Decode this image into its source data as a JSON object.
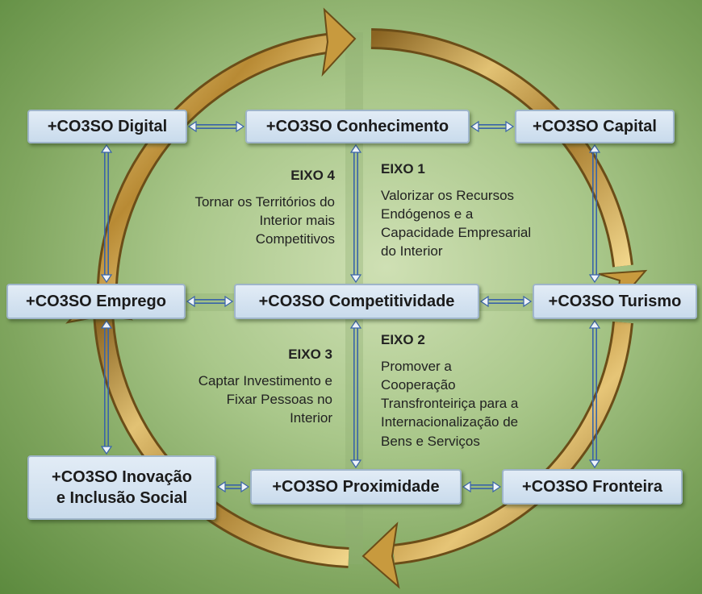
{
  "nodes": {
    "digital": "+CO3SO Digital",
    "conhecimento": "+CO3SO Conhecimento",
    "capital": "+CO3SO Capital",
    "emprego": "+CO3SO Emprego",
    "competitividade": "+CO3SO Competitividade",
    "turismo": "+CO3SO Turismo",
    "inovacao_line1": "+CO3SO Inovação",
    "inovacao_line2": "e Inclusão Social",
    "proximidade": "+CO3SO Proximidade",
    "fronteira": "+CO3SO Fronteira"
  },
  "axes": {
    "eixo1": {
      "title": "EIXO 1",
      "lines": [
        "Valorizar os Recursos",
        "Endógenos e a",
        "Capacidade Empresarial",
        "do Interior"
      ]
    },
    "eixo2": {
      "title": "EIXO 2",
      "lines": [
        "Promover a",
        "Cooperação",
        "Transfronteiriça para a",
        "Internacionalização de",
        "Bens e Serviços"
      ]
    },
    "eixo3": {
      "title": "EIXO 3",
      "lines": [
        "Captar Investimento e",
        "Fixar Pessoas no",
        "Interior"
      ]
    },
    "eixo4": {
      "title": "EIXO 4",
      "lines": [
        "Tornar os Territórios do",
        "Interior mais",
        "Competitivos"
      ]
    }
  },
  "colors": {
    "ring_gold": "#c9a24a",
    "ring_dark": "#7a5a1c",
    "connector": "#3a64a8",
    "box_fill": "#d6e4f1"
  }
}
